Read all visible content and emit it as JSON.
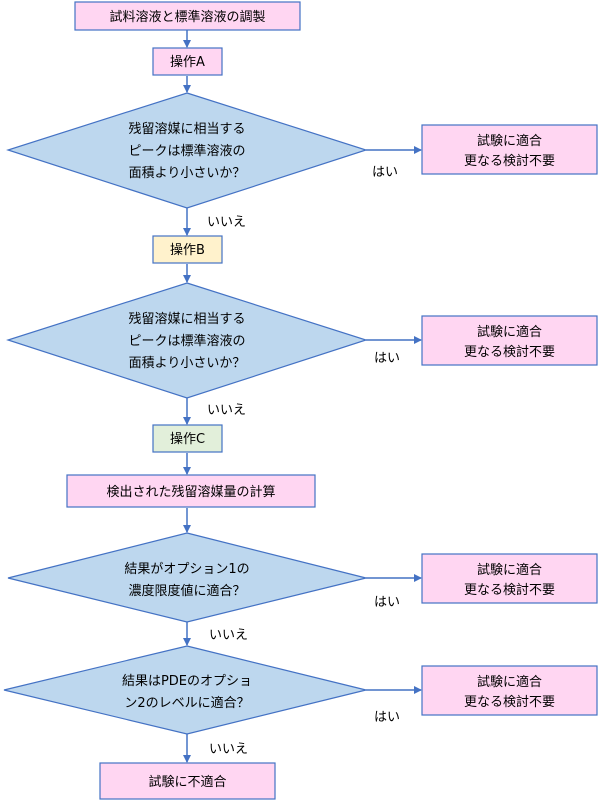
{
  "nodes": {
    "prep": "試料溶液と標準溶液の調製",
    "op_a": "操作A",
    "q1": [
      "残留溶媒に相当する",
      "ピークは標準溶液の",
      "面積より小さいか？"
    ],
    "op_b": "操作B",
    "q2": [
      "残留溶媒に相当する",
      "ピークは標準溶液の",
      "面積より小さいか？"
    ],
    "op_c": "操作C",
    "calc": "検出された残留溶媒量の計算",
    "q3": [
      "結果がオプション1の",
      "濃度限度値に適合？"
    ],
    "q4": [
      "結果はPDEのオプショ",
      "ン2のレベルに適合？"
    ],
    "fail": "試験に不適合",
    "pass1": [
      "試験に適合",
      "更なる検討不要"
    ],
    "pass2": [
      "試験に適合",
      "更なる検討不要"
    ],
    "pass3": [
      "試験に適合",
      "更なる検討不要"
    ],
    "pass4": [
      "試験に適合",
      "更なる検討不要"
    ]
  },
  "labels": {
    "yes1": "はい",
    "yes2": "はい",
    "yes3": "はい",
    "yes4": "はい",
    "no1": "いいえ",
    "no2": "いいえ",
    "no3": "いいえ",
    "no4": "いいえ"
  },
  "colors": {
    "pink": "#ffd6f2",
    "yellow": "#fff2cc",
    "green": "#e2efda",
    "diamond": "#bdd7ee",
    "stroke": "#4472c4"
  }
}
